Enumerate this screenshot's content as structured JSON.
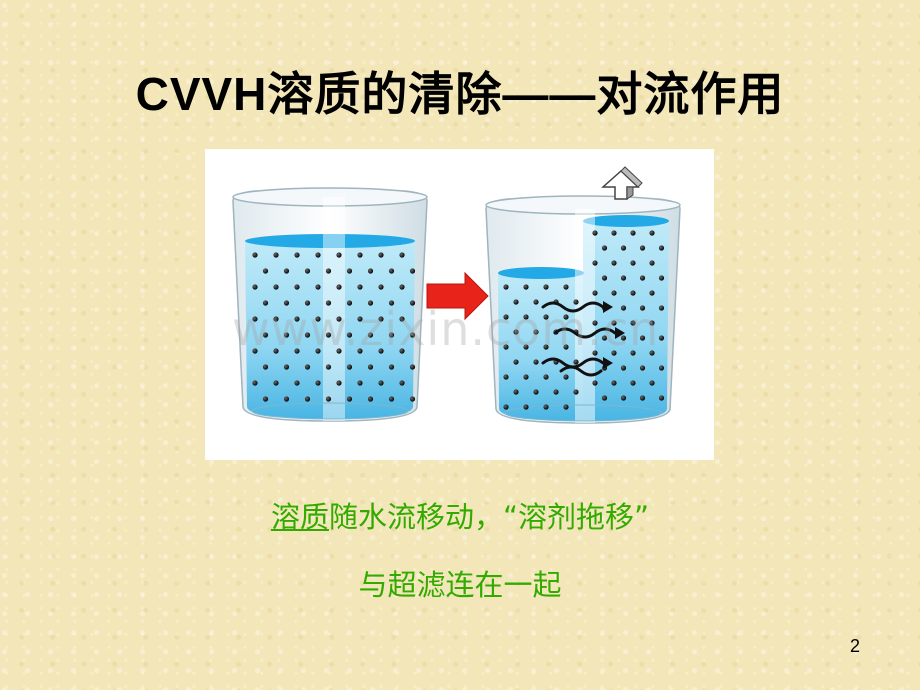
{
  "slide": {
    "title": "CVVH溶质的清除——对流作用",
    "caption_line1_underlined": "溶质",
    "caption_line1_rest": "随水流移动，“溶剂拖移”",
    "caption_line2": "与超滤连在一起",
    "page_number": "2",
    "watermark": "www.zixin.com.cn"
  },
  "colors": {
    "background": "#f3e7b9",
    "caption": "#33aa00",
    "arrow": "#e8231a",
    "water": "#4fc3ec"
  }
}
